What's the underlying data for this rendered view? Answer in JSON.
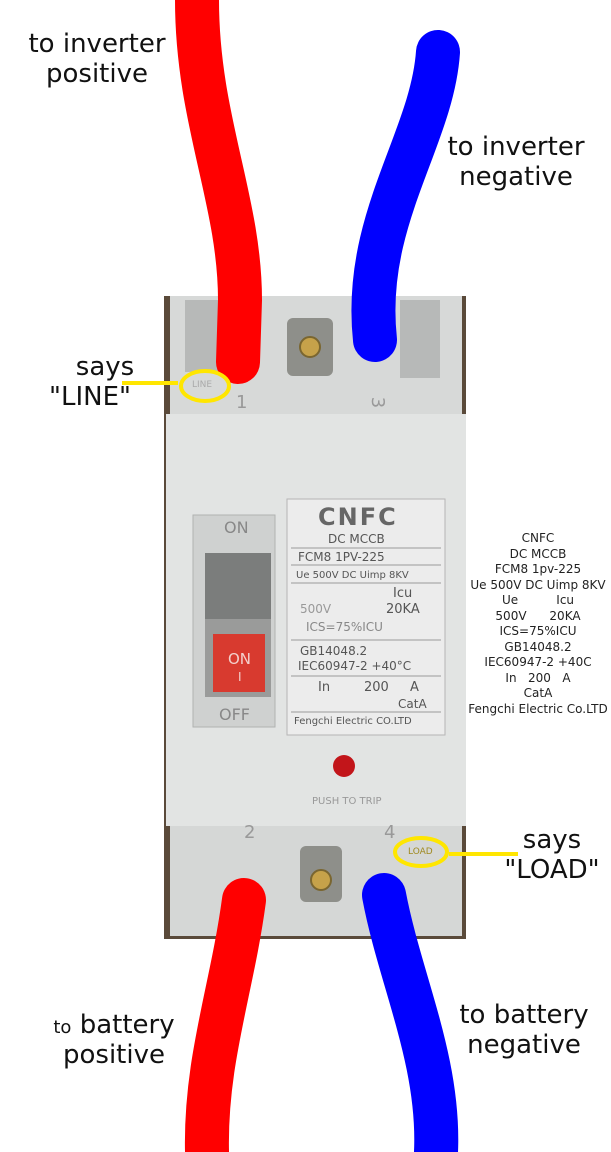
{
  "labels": {
    "inverter_positive": [
      "to inverter",
      "positive"
    ],
    "inverter_negative": [
      "to inverter",
      "negative"
    ],
    "battery_positive_prefix": "to",
    "battery_positive": [
      "battery",
      "positive"
    ],
    "battery_negative": [
      "to battery",
      "negative"
    ],
    "line_callout": [
      "says",
      "\"LINE\""
    ],
    "load_callout": [
      "says",
      "\"LOAD\""
    ]
  },
  "terminals": {
    "t1": "1",
    "t2": "2",
    "t3": "3",
    "t4": "4"
  },
  "breaker": {
    "brand": "CNFC",
    "type": "DC MCCB",
    "model": "FCM8 1PV-225",
    "ratings": "Ue 500V DC Uimp 8KV",
    "icu_label": "Icu",
    "icu_value": "20KA",
    "ue_value": "500V",
    "ics": "ICS=75%ICU",
    "std1": "GB14048.2",
    "std2": "IEC60947-2 +40°C",
    "current_label": "In",
    "current_value": "200",
    "current_unit": "A",
    "cat": "CatA",
    "maker": "Fengchi Electric CO.LTD",
    "on_label": "ON",
    "off_label": "OFF",
    "handle_on": "ON",
    "handle_i": "I",
    "push_to_trip": "PUSH TO TRIP",
    "line_mark": "LINE",
    "load_mark": "LOAD"
  },
  "spec_transcription": [
    "CNFC",
    "DC MCCB",
    "FCM8 1pv-225",
    "Ue 500V DC Uimp 8KV",
    "Ue          Icu",
    "500V      20KA",
    "ICS=75%ICU",
    "GB14048.2",
    "IEC60947-2 +40C",
    "In   200   A",
    "CatA",
    "Fengchi Electric Co.LTD"
  ],
  "colors": {
    "positive_wire": "#ff0000",
    "negative_wire": "#0000ff",
    "callout": "#ffe600"
  }
}
